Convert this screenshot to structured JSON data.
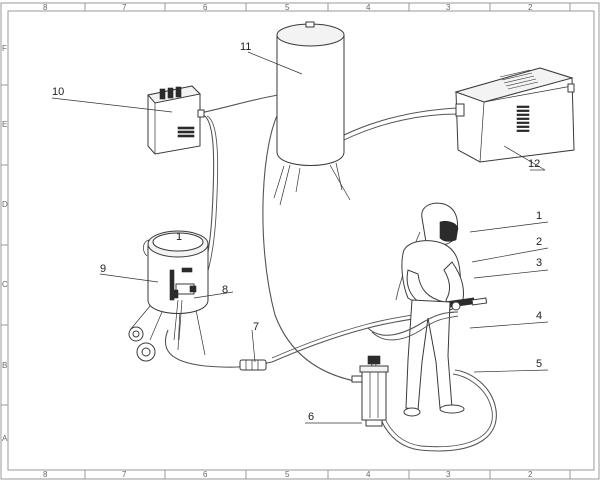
{
  "border": {
    "columns_top": [
      "8",
      "7",
      "6",
      "5",
      "4",
      "3",
      "2"
    ],
    "columns_bottom": [
      "8",
      "7",
      "6",
      "5",
      "4",
      "3",
      "2"
    ],
    "rows_left": [
      "F",
      "E",
      "D",
      "C",
      "B",
      "A"
    ]
  },
  "callouts": [
    {
      "id": "c1",
      "label": "1"
    },
    {
      "id": "c2",
      "label": "2"
    },
    {
      "id": "c3",
      "label": "3"
    },
    {
      "id": "c4",
      "label": "4"
    },
    {
      "id": "c5",
      "label": "5"
    },
    {
      "id": "c6",
      "label": "6"
    },
    {
      "id": "c7",
      "label": "7"
    },
    {
      "id": "c8",
      "label": "8"
    },
    {
      "id": "c9",
      "label": "9"
    },
    {
      "id": "c10",
      "label": "10"
    },
    {
      "id": "c11",
      "label": "11"
    },
    {
      "id": "c12",
      "label": "12"
    },
    {
      "id": "lid",
      "label": "1"
    }
  ]
}
